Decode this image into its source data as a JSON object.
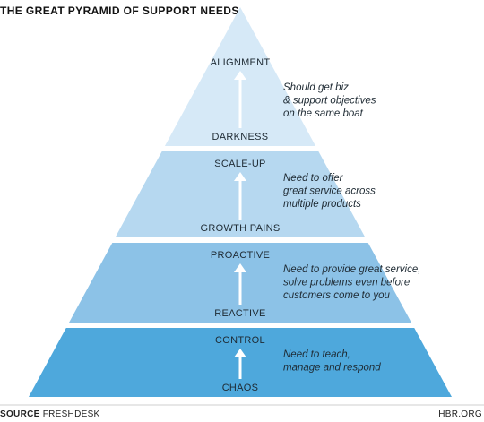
{
  "title": "THE GREAT PYRAMID OF SUPPORT NEEDS",
  "tiers": [
    {
      "top_label": "ALIGNMENT",
      "bottom_label": "DARKNESS",
      "note": [
        "Should get biz",
        "& support objectives",
        "on the same boat"
      ],
      "color": "#d6e9f7"
    },
    {
      "top_label": "SCALE-UP",
      "bottom_label": "GROWTH PAINS",
      "note": [
        "Need to offer",
        "great service across",
        "multiple products"
      ],
      "color": "#b6d8f0"
    },
    {
      "top_label": "PROACTIVE",
      "bottom_label": "REACTIVE",
      "note": [
        "Need to provide great service,",
        "solve problems even before",
        "customers come to you"
      ],
      "color": "#8cc2e7"
    },
    {
      "top_label": "CONTROL",
      "bottom_label": "CHAOS",
      "note": [
        "Need to teach,",
        "manage and respond"
      ],
      "color": "#4ea8dc"
    }
  ],
  "source_label": "SOURCE",
  "source_value": "FRESHDESK",
  "credit": "HBR.ORG"
}
